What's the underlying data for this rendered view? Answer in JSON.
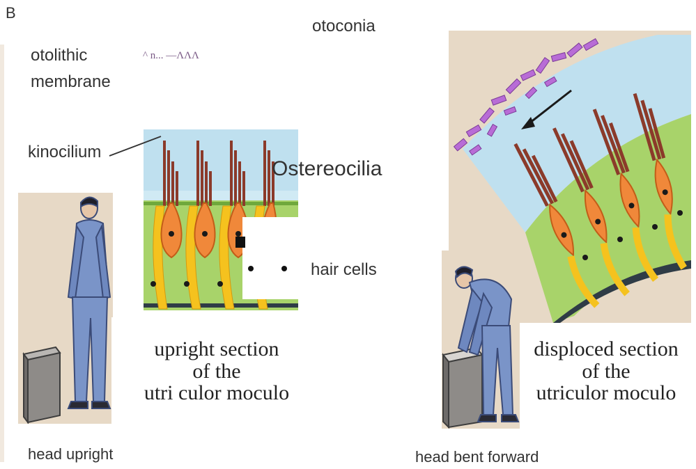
{
  "figure": {
    "panel_letter": "B",
    "labels": {
      "otoconia": "otoconia",
      "otolithic": "otolithic",
      "membrane": "membrane",
      "artifact": "^ n... —ΛΛΛ",
      "kinocilium": "kinocilium",
      "stereocilia": "Ostereocilia",
      "hair_cells": "hair cells",
      "left_section": [
        "upright section",
        "of the",
        "utri culor moculo"
      ],
      "right_section": [
        "disploced section",
        "of the",
        "utriculor moculo"
      ],
      "head_upright": "head upright",
      "head_bent": "head bent forward"
    },
    "colors": {
      "background_tan": "#e7d9c6",
      "gel_layer": "#bfe0ef",
      "cell_layer": "#a8d36a",
      "hair_cell": "#f0883a",
      "nerve": "#f5c21e",
      "stereocilia": "#8b3a2a",
      "otoconia": "#b86cd6",
      "person": "#7a94c8"
    }
  }
}
